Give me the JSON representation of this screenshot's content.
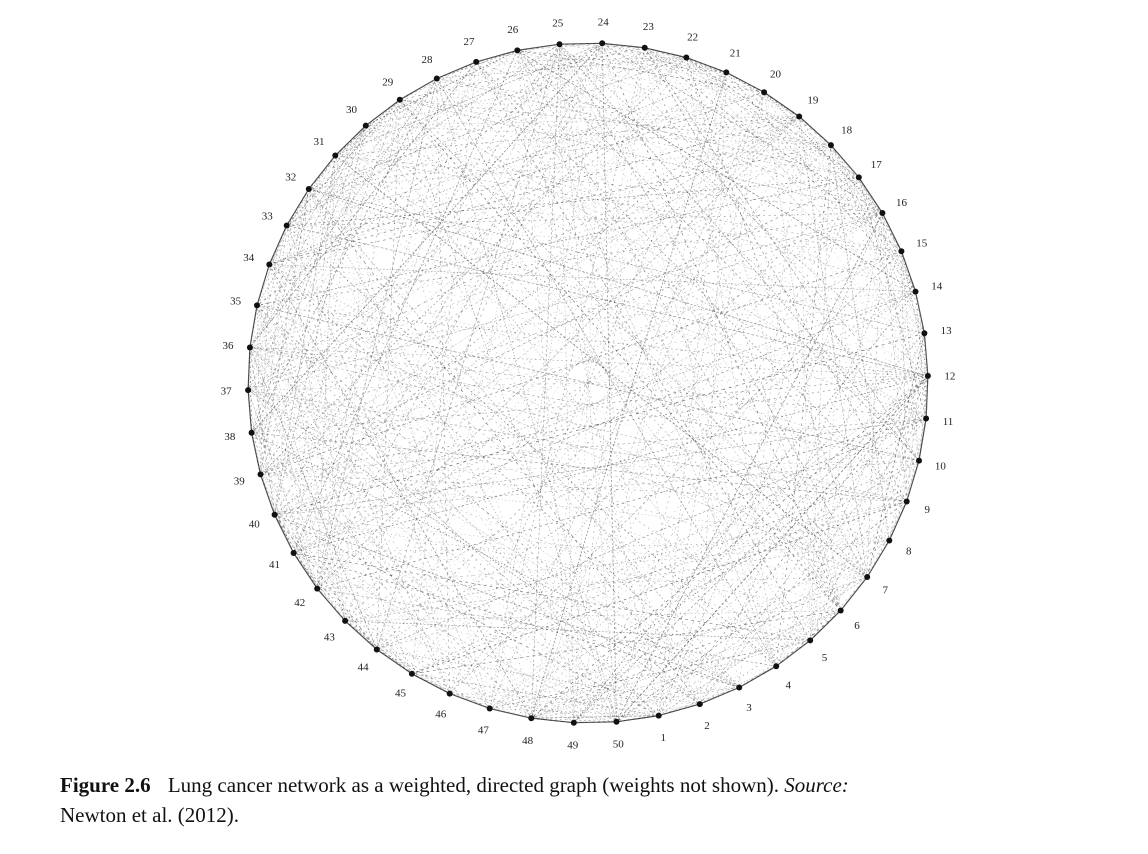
{
  "figure": {
    "number_label": "Figure 2.6",
    "caption_text": "Lung cancer network as a weighted, directed graph (weights not shown).",
    "source_label": "Source:",
    "source_text": "Newton et al. (2012)."
  },
  "graph": {
    "type": "circular network",
    "node_labels": [
      "1",
      "2",
      "3",
      "4",
      "5",
      "6",
      "7",
      "8",
      "9",
      "10",
      "11",
      "12",
      "13",
      "14",
      "15",
      "16",
      "17",
      "18",
      "19",
      "20",
      "21",
      "22",
      "23",
      "24",
      "25",
      "26",
      "27",
      "28",
      "29",
      "30",
      "31",
      "32",
      "33",
      "34",
      "35",
      "36",
      "37",
      "38",
      "39",
      "40",
      "41",
      "42",
      "43",
      "44",
      "45",
      "46",
      "47",
      "48",
      "49",
      "50"
    ],
    "edge_color": "#1a1a1a",
    "label_color": "#222222"
  }
}
